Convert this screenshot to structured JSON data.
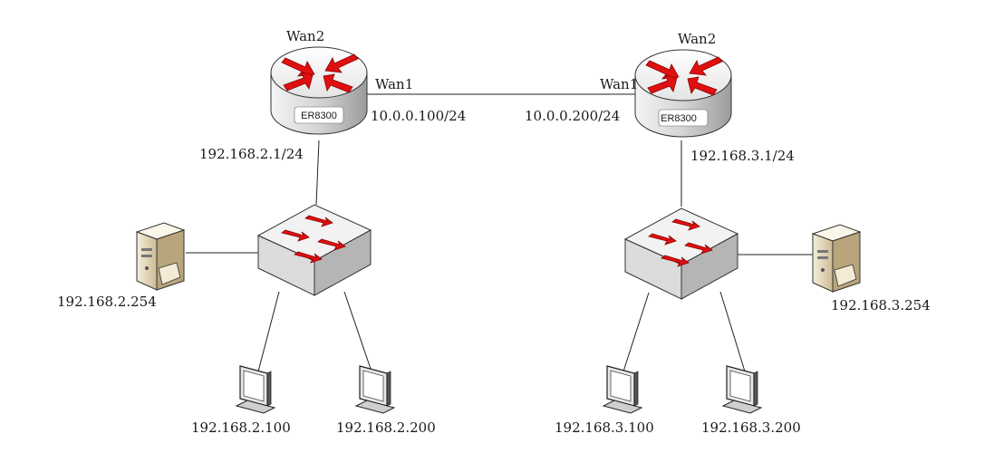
{
  "left_site": {
    "router": {
      "model": "ER8300",
      "wan2_label": "Wan2",
      "wan1_label": "Wan1",
      "wan1_ip": "10.0.0.100/24",
      "lan_ip": "192.168.2.1/24"
    },
    "server": {
      "ip": "192.168.2.254"
    },
    "pcs": [
      {
        "ip": "192.168.2.100"
      },
      {
        "ip": "192.168.2.200"
      }
    ]
  },
  "right_site": {
    "router": {
      "model": "ER8300",
      "wan2_label": "Wan2",
      "wan1_label": "Wan1",
      "wan1_ip": "10.0.0.200/24",
      "lan_ip": "192.168.3.1/24"
    },
    "server": {
      "ip": "192.168.3.254"
    },
    "pcs": [
      {
        "ip": "192.168.3.100"
      },
      {
        "ip": "192.168.3.200"
      }
    ]
  },
  "colors": {
    "arrow_red": "#e01010",
    "device_gray": "#d8d8d8",
    "wire": "#222222"
  }
}
